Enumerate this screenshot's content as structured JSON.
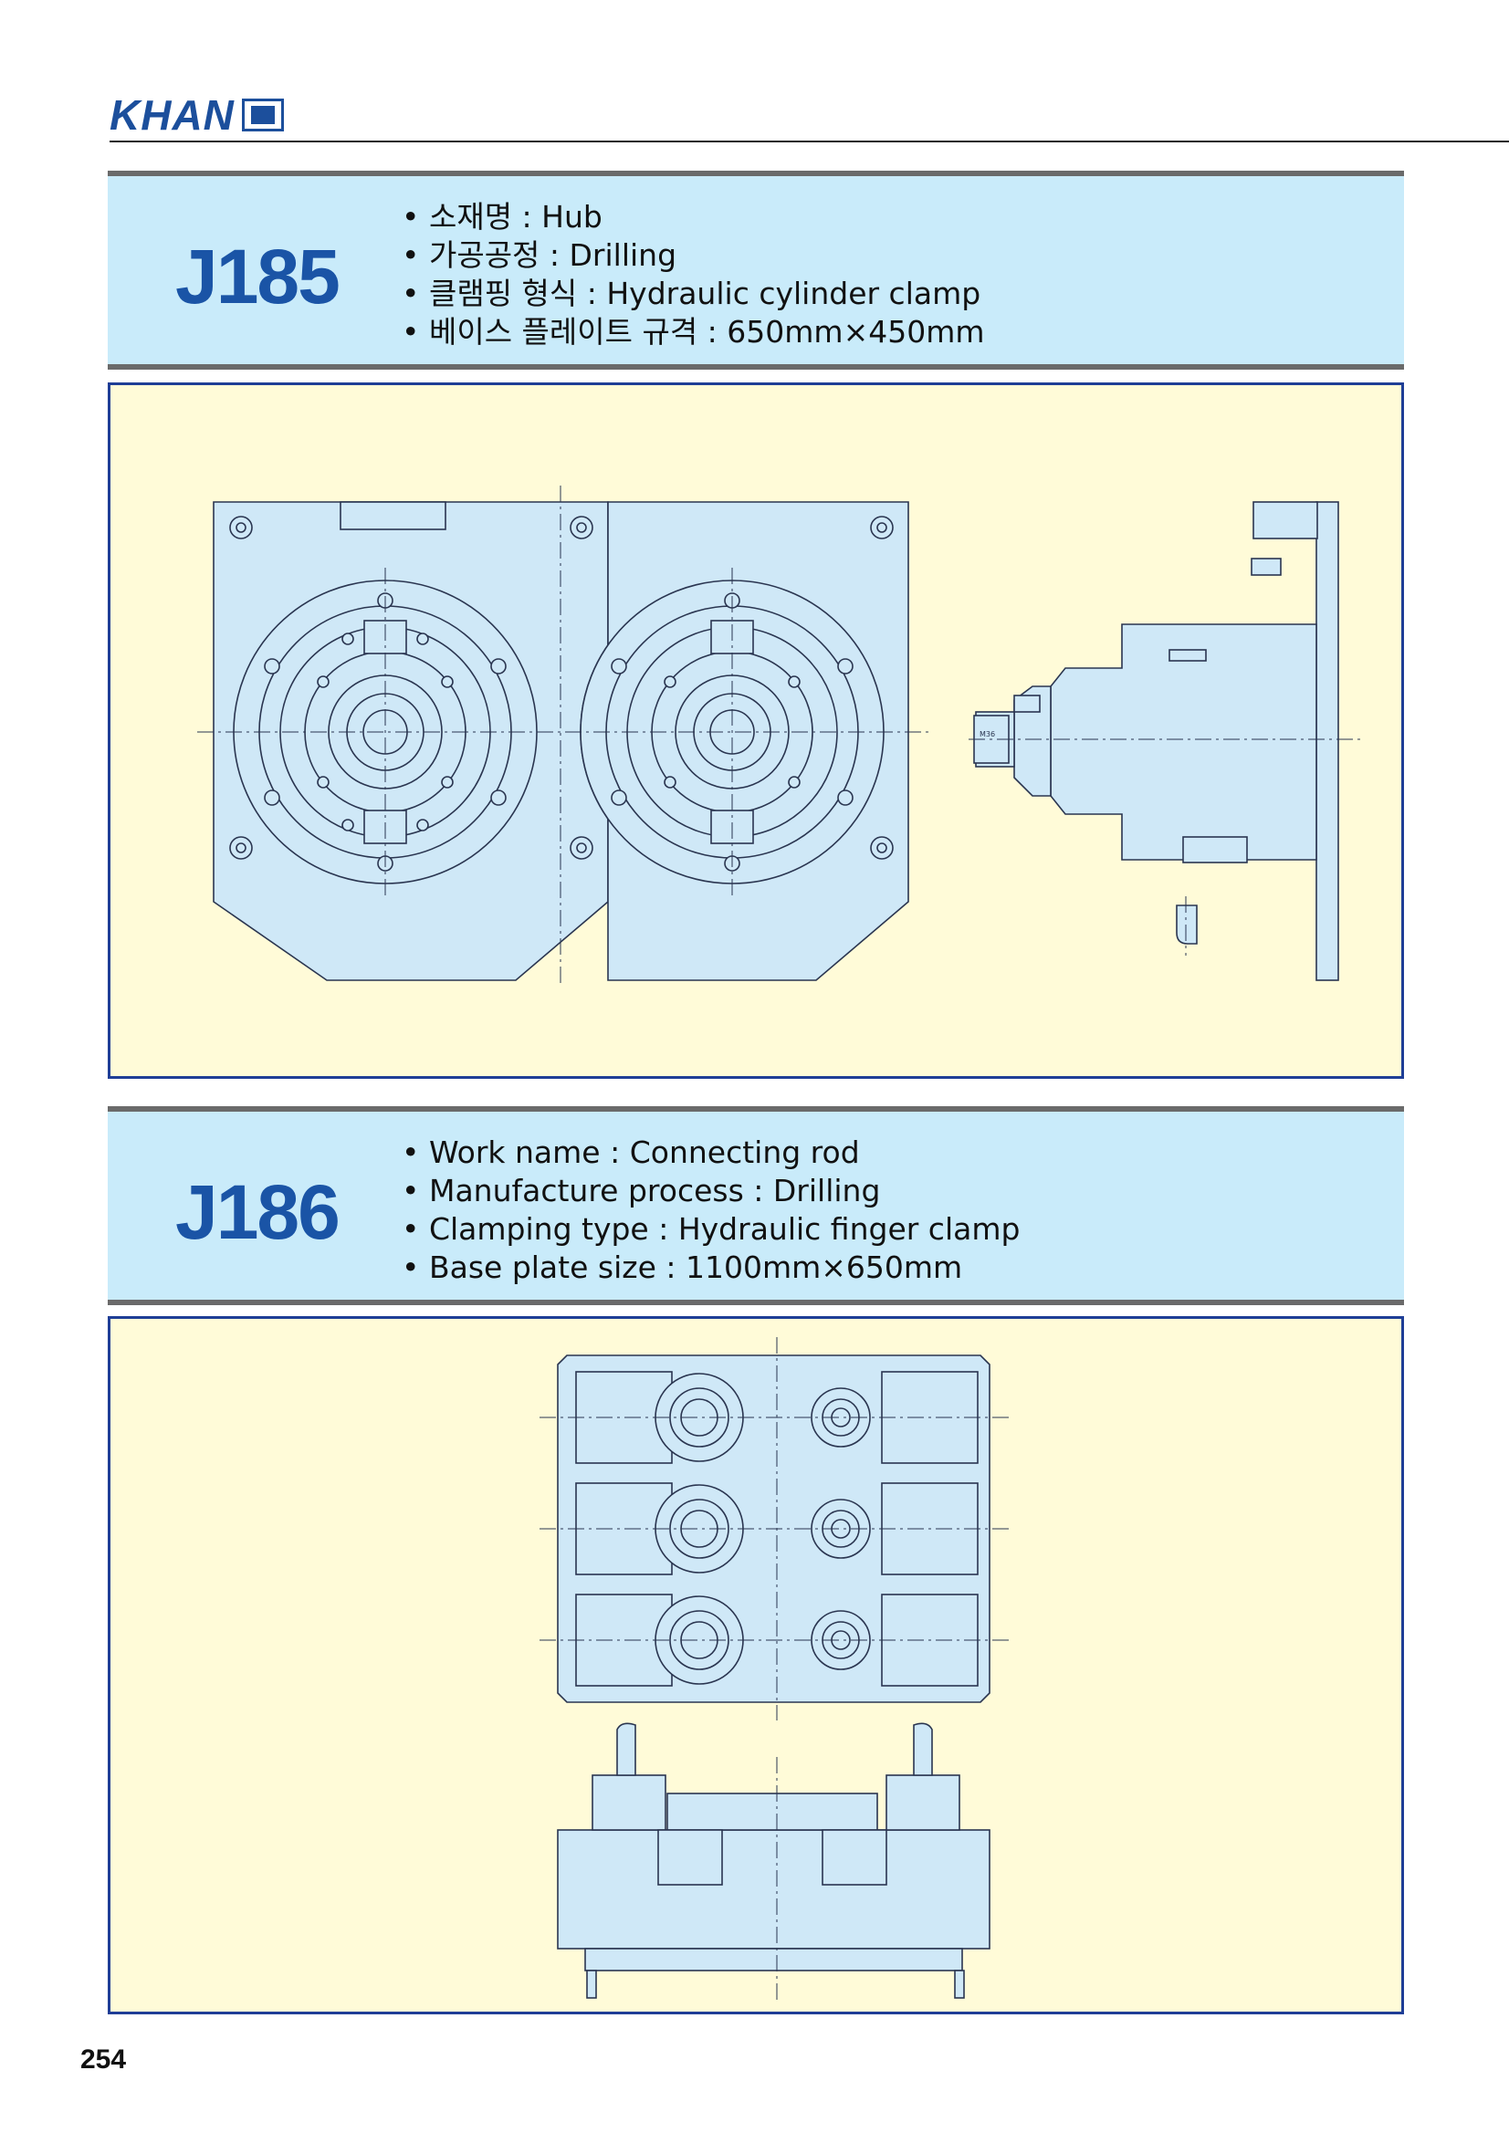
{
  "header": {
    "brand": "KHAN"
  },
  "sections": [
    {
      "code": "J185",
      "specs": [
        "소재명 : Hub",
        "가공공정 : Drilling",
        "클램핑 형식 : Hydraulic cylinder clamp",
        "베이스 플레이트 규격 : 650mm×450mm"
      ]
    },
    {
      "code": "J186",
      "specs": [
        "Work name : Connecting rod",
        "Manufacture process : Drilling",
        "Clamping type : Hydraulic finger clamp",
        "Base plate size : 1100mm×650mm"
      ]
    }
  ],
  "drawing_labels": {
    "cylinder_tag": "M36"
  },
  "page_number": "254",
  "colors": {
    "band": "#c9ebfa",
    "panel": "#fffbd8",
    "part": "#cfe8f7",
    "line": "#2a3550",
    "accent": "#1a54a6"
  }
}
